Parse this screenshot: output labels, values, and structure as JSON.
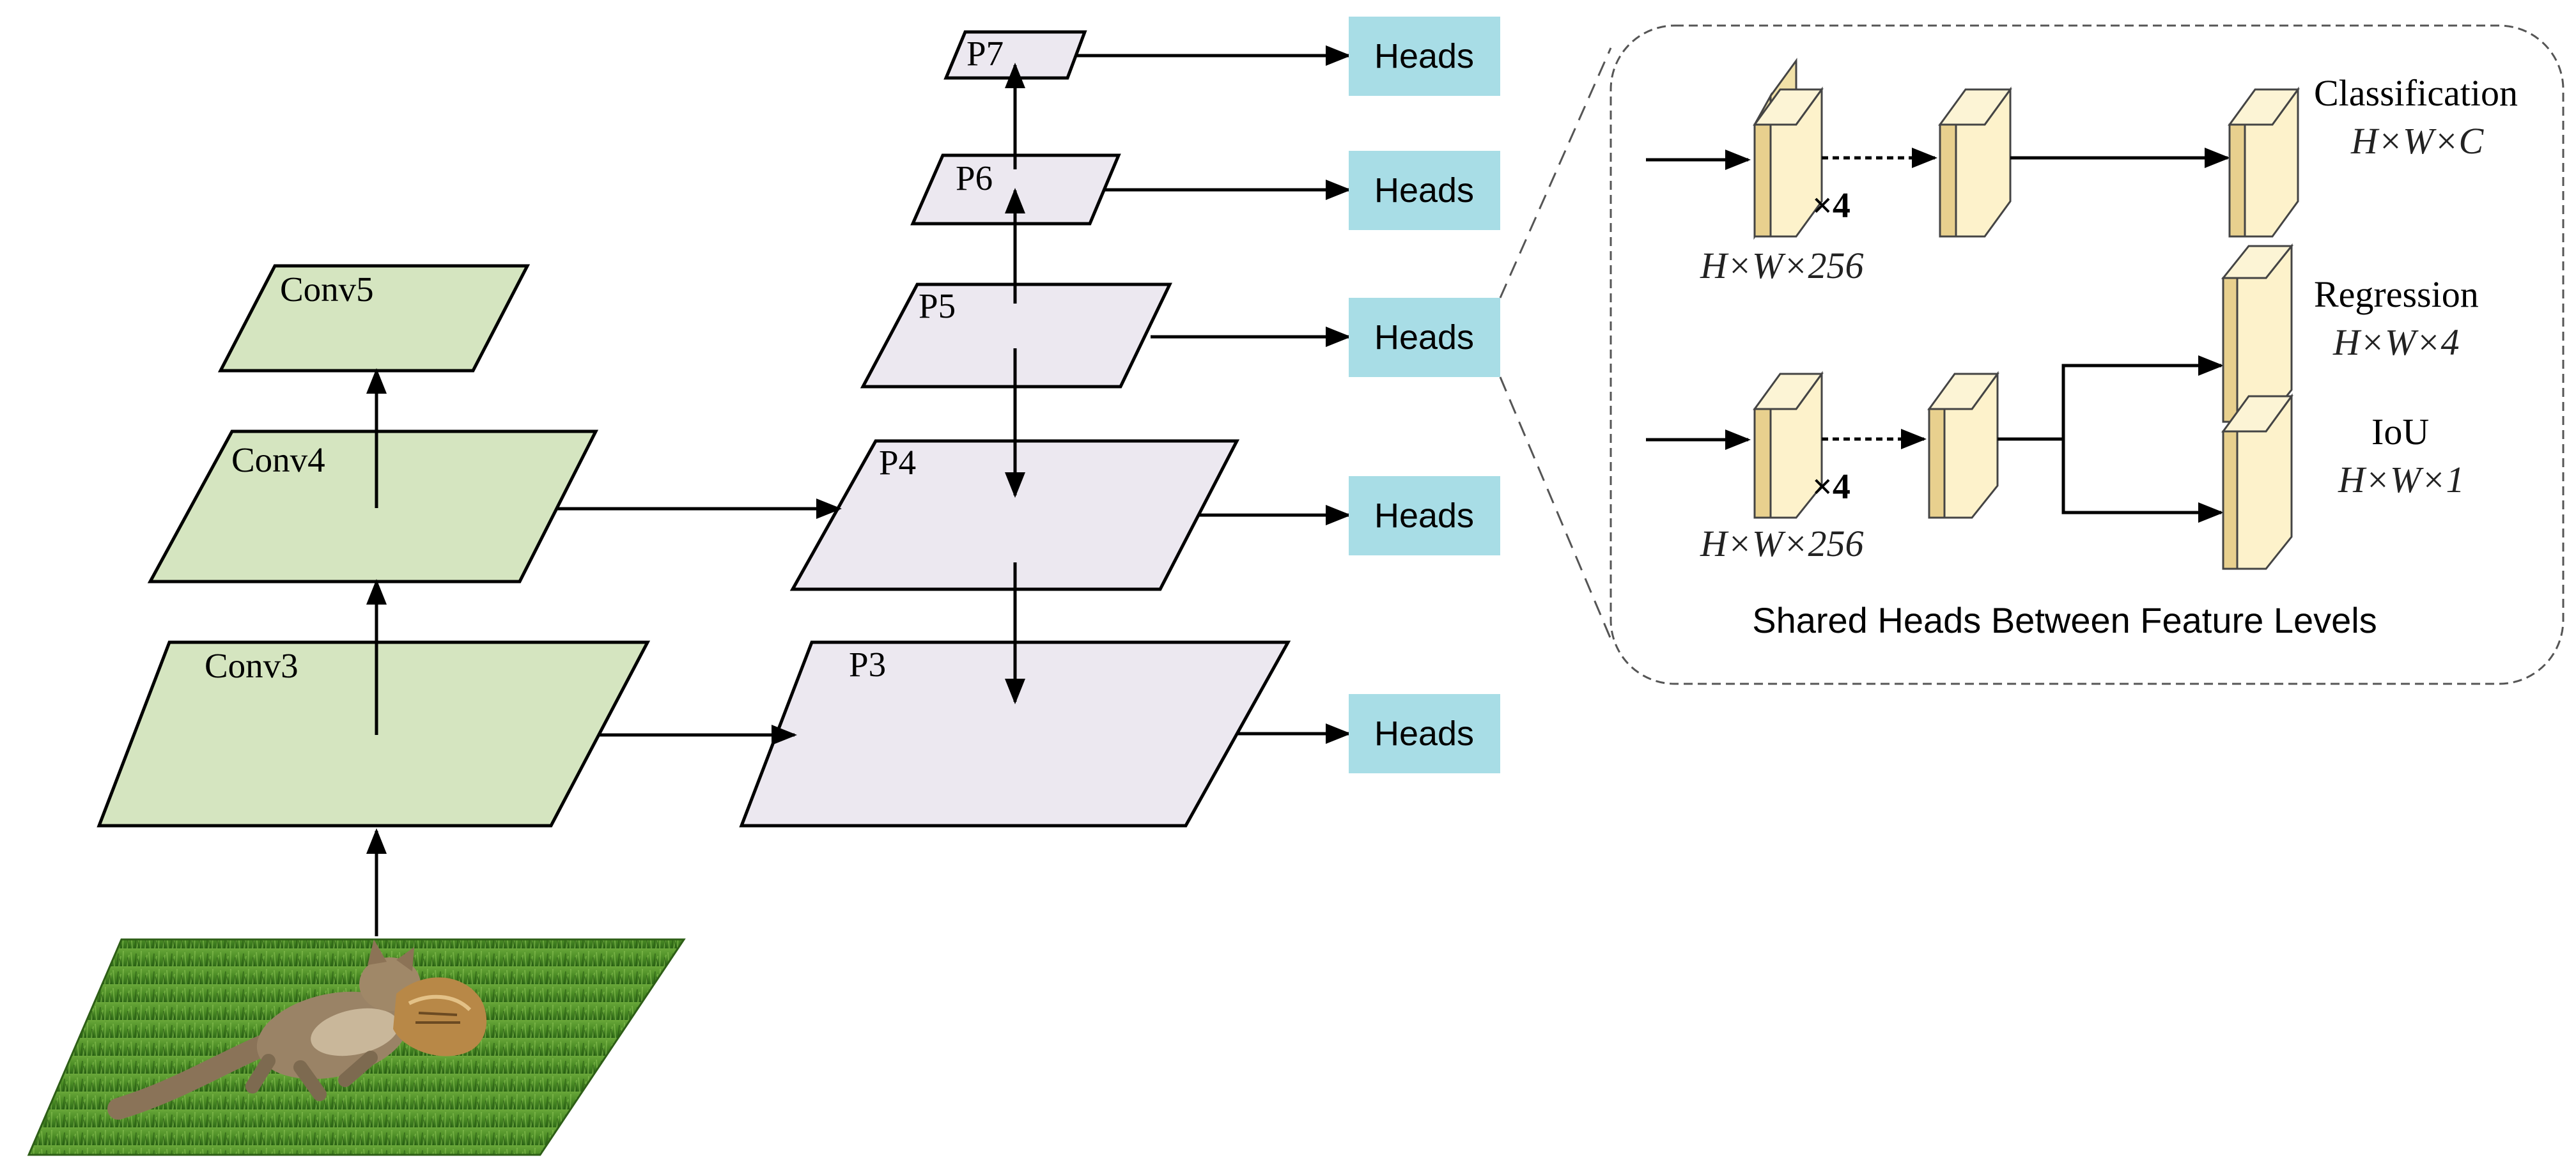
{
  "backbone": {
    "conv5": "Conv5",
    "conv4": "Conv4",
    "conv3": "Conv3"
  },
  "pyramid": {
    "p7": "P7",
    "p6": "P6",
    "p5": "P5",
    "p4": "P4",
    "p3": "P3"
  },
  "heads": {
    "label": "Heads"
  },
  "panel": {
    "caption": "Shared Heads Between Feature Levels",
    "repeat": "×4",
    "feature_dim": "H×W×256",
    "classification": {
      "name": "Classification",
      "dim": "H×W×C"
    },
    "regression": {
      "name": "Regression",
      "dim": "H×W×4"
    },
    "iou": {
      "name": "IoU",
      "dim": "H×W×1"
    }
  },
  "colors": {
    "backbone_fill": "#d5e5c0",
    "pyramid_fill": "#ece8f0",
    "heads_fill": "#a8dde6",
    "feature_front": "#fdf2cb",
    "feature_side": "#f1e1a8",
    "grass": "#4e8f2a"
  },
  "icons": {
    "input_image": "cat-on-grass-photo"
  }
}
